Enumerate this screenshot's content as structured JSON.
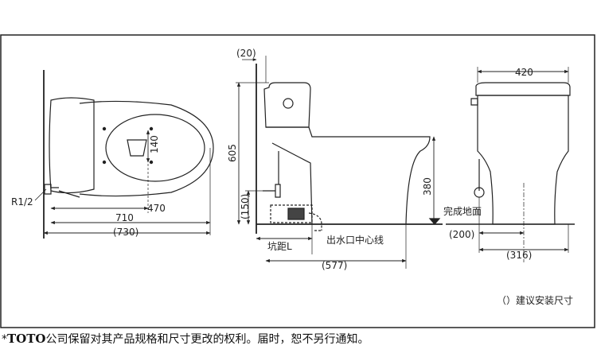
{
  "top_view": {
    "supply_label": "R1/2",
    "seat_hole_dim": "140",
    "rough_in_dim": "470",
    "length_dim": "710",
    "length_with_gap_dim": "(730)"
  },
  "side_view": {
    "wall_gap_dim": "(20)",
    "height_dim": "605",
    "seat_height_dim": "380",
    "supply_height_dim": "(150)",
    "rough_in_label": "坑距L",
    "outlet_centerline_label": "出水口中心线",
    "outlet_to_front_dim": "(577)",
    "floor_label": "完成地面"
  },
  "front_view": {
    "width_dim": "420",
    "supply_offset_dim": "(200)",
    "supply_width_dim": "(316)"
  },
  "legend": {
    "note": "（）建议安装尺寸"
  },
  "footer": {
    "asterisk": "*",
    "brand": "TOTO",
    "text": "公司保留对其产品规格和尺寸更改的权利。届时，恕不另行通知。"
  }
}
